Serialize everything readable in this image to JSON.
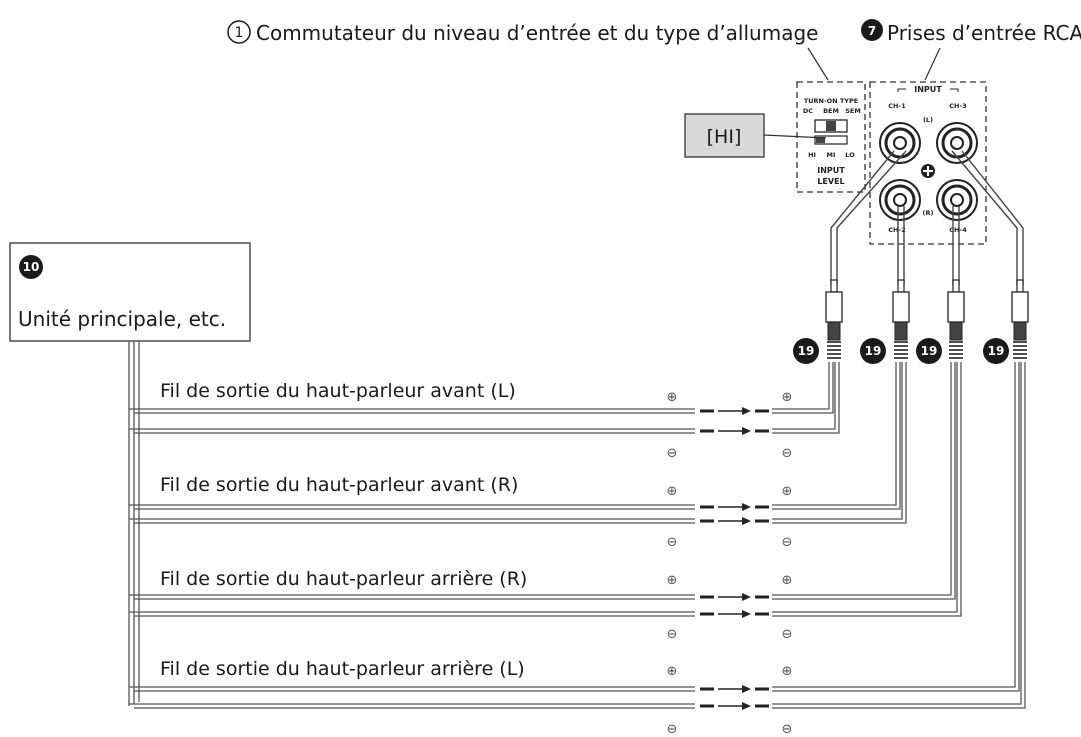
{
  "callouts": {
    "switch_number": "1",
    "switch_label": "Commutateur du niveau d’entrée et du type d’allumage",
    "rca_number": "7",
    "rca_label": "Prises d’entrée RCA",
    "head_unit_number": "10",
    "head_unit_label": "Unité principale, etc.",
    "plug_number": "19"
  },
  "switch_panel": {
    "title": "TURN-ON TYPE",
    "types": [
      "DC",
      "BEM",
      "SEM"
    ],
    "levels": [
      "HI",
      "MI",
      "LO"
    ],
    "footer_line1": "INPUT",
    "footer_line2": "LEVEL",
    "selected": "[HI]"
  },
  "rca_panel": {
    "title": "INPUT",
    "ch1": "CH-1",
    "ch2": "CH-2",
    "ch3": "CH-3",
    "ch4": "CH-4",
    "left": "(L)",
    "right": "(R)"
  },
  "wires": [
    {
      "label": "Fil de sortie du haut-parleur avant (L)",
      "plus": "⊕",
      "minus": "⊖"
    },
    {
      "label": "Fil de sortie du haut-parleur avant (R)",
      "plus": "⊕",
      "minus": "⊖"
    },
    {
      "label": "Fil de sortie du haut-parleur arrière (R)",
      "plus": "⊕",
      "minus": "⊖"
    },
    {
      "label": "Fil de sortie du haut-parleur arrière (L)",
      "plus": "⊕",
      "minus": "⊖"
    }
  ]
}
